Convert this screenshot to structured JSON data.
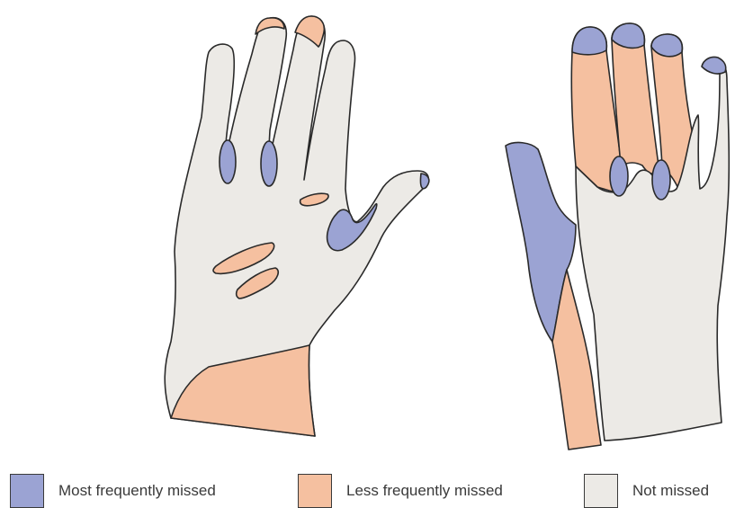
{
  "colors": {
    "most": "#9ba3d3",
    "less": "#f5c0a0",
    "none": "#eceae6",
    "outline": "#2a2a2a"
  },
  "legend": [
    {
      "key": "most",
      "label": "Most frequently missed"
    },
    {
      "key": "less",
      "label": "Less frequently missed"
    },
    {
      "key": "none",
      "label": "Not missed"
    }
  ]
}
